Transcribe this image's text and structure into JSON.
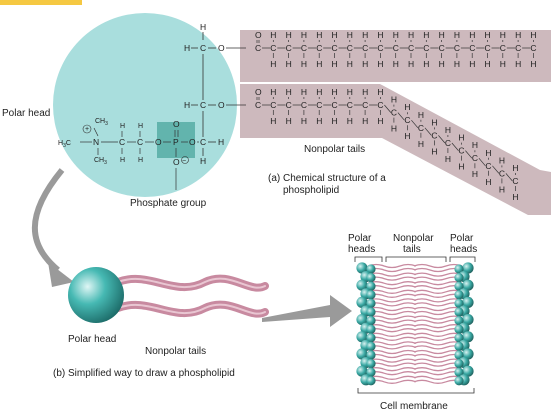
{
  "labels": {
    "polar_head_top": "Polar head",
    "nonpolar_tails_top": "Nonpolar tails",
    "caption_a_line1": "(a) Chemical structure of a",
    "caption_a_line2": "phospholipid",
    "phosphate_group": "Phosphate group",
    "polar_head_b": "Polar head",
    "nonpolar_tails_b": "Nonpolar tails",
    "caption_b": "(b) Simplified way to draw a phospholipid",
    "polar_heads_left_1": "Polar",
    "polar_heads_left_2": "heads",
    "nonpolar_tails_mid_1": "Nonpolar",
    "nonpolar_tails_mid_2": "tails",
    "polar_heads_right_1": "Polar",
    "polar_heads_right_2": "heads",
    "cell_membrane": "Cell membrane"
  },
  "chemistry": {
    "carbon": "C",
    "hydrogen": "H",
    "oxygen": "O",
    "nitrogen": "N",
    "phosphorus": "P",
    "methyl": "CH",
    "methyl_sub": "3",
    "h3c": "H",
    "h3c_sub": "3",
    "h3c_c": "C",
    "plus": "+",
    "minus": "−"
  },
  "colors": {
    "head_circle": "#a9dedd",
    "tail_band": "#cdb9bd",
    "phosphate_box": "#62b4ad",
    "sphere": "#3fb3ae",
    "wavy_tail": "#c88aa0",
    "arrow": "#9a9a9a"
  }
}
